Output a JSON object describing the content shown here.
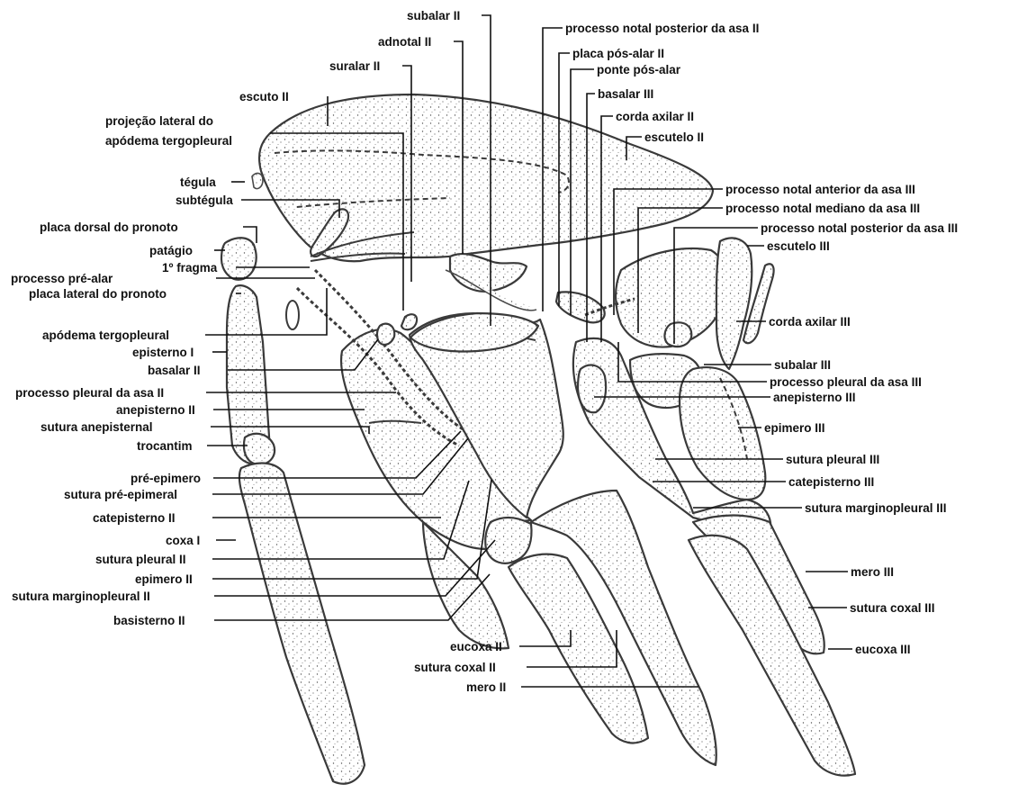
{
  "labels": {
    "subalar_ii": "subalar II",
    "proc_notal_post_asa_ii": "processo notal posterior da asa II",
    "adnotal_ii": "adnotal II",
    "placa_pos_alar_ii": "placa pós-alar II",
    "ponte_pos_alar": "ponte pós-alar",
    "suralar_ii": "suralar II",
    "basalar_iii": "basalar III",
    "escuto_ii": "escuto II",
    "corda_axilar_ii": "corda axilar II",
    "projecao_lateral_1": "projeção lateral do",
    "projecao_lateral_2": "apódema tergopleural",
    "escutelo_ii": "escutelo II",
    "tegula": "tégula",
    "proc_notal_ant_asa_iii": "processo notal anterior da asa III",
    "subtegula": "subtégula",
    "proc_notal_med_asa_iii": "processo notal mediano da asa III",
    "placa_dorsal_pronoto": "placa dorsal do pronoto",
    "proc_notal_post_asa_iii": "processo notal posterior da asa III",
    "patagio": "patágio",
    "escutelo_iii": "escutelo III",
    "fragma_1": "1º fragma",
    "proc_pre_alar": "processo pré-alar",
    "placa_lateral_pronoto": "placa lateral do pronoto",
    "corda_axilar_iii": "corda axilar III",
    "apodema_tergopleural": "apódema tergopleural",
    "episterno_i": "episterno I",
    "subalar_iii": "subalar III",
    "basalar_ii": "basalar II",
    "proc_pleural_asa_iii": "processo pleural da asa III",
    "proc_pleural_asa_ii": "processo pleural da asa II",
    "anepisterno_iii": "anepisterno III",
    "anepisterno_ii": "anepisterno II",
    "sutura_anepisternal": "sutura anepisternal",
    "epimero_iii": "epimero III",
    "trocantim": "trocantim",
    "sutura_pleural_iii": "sutura pleural III",
    "pre_epimero": "pré-epimero",
    "sutura_pre_epimeral": "sutura pré-epimeral",
    "catepisterno_iii": "catepisterno III",
    "sutura_marginopleural_iii": "sutura marginopleural III",
    "catepisterno_ii": "catepisterno II",
    "coxa_i": "coxa I",
    "mero_iii": "mero III",
    "sutura_pleural_ii": "sutura pleural II",
    "epimero_ii": "epimero II",
    "sutura_coxal_iii": "sutura coxal III",
    "sutura_marginopleural_ii": "sutura marginopleural II",
    "basisterno_ii": "basisterno II",
    "eucoxa_iii": "eucoxa III",
    "eucoxa_ii": "eucoxa II",
    "sutura_coxal_ii": "sutura coxal II",
    "mero_ii": "mero II"
  }
}
